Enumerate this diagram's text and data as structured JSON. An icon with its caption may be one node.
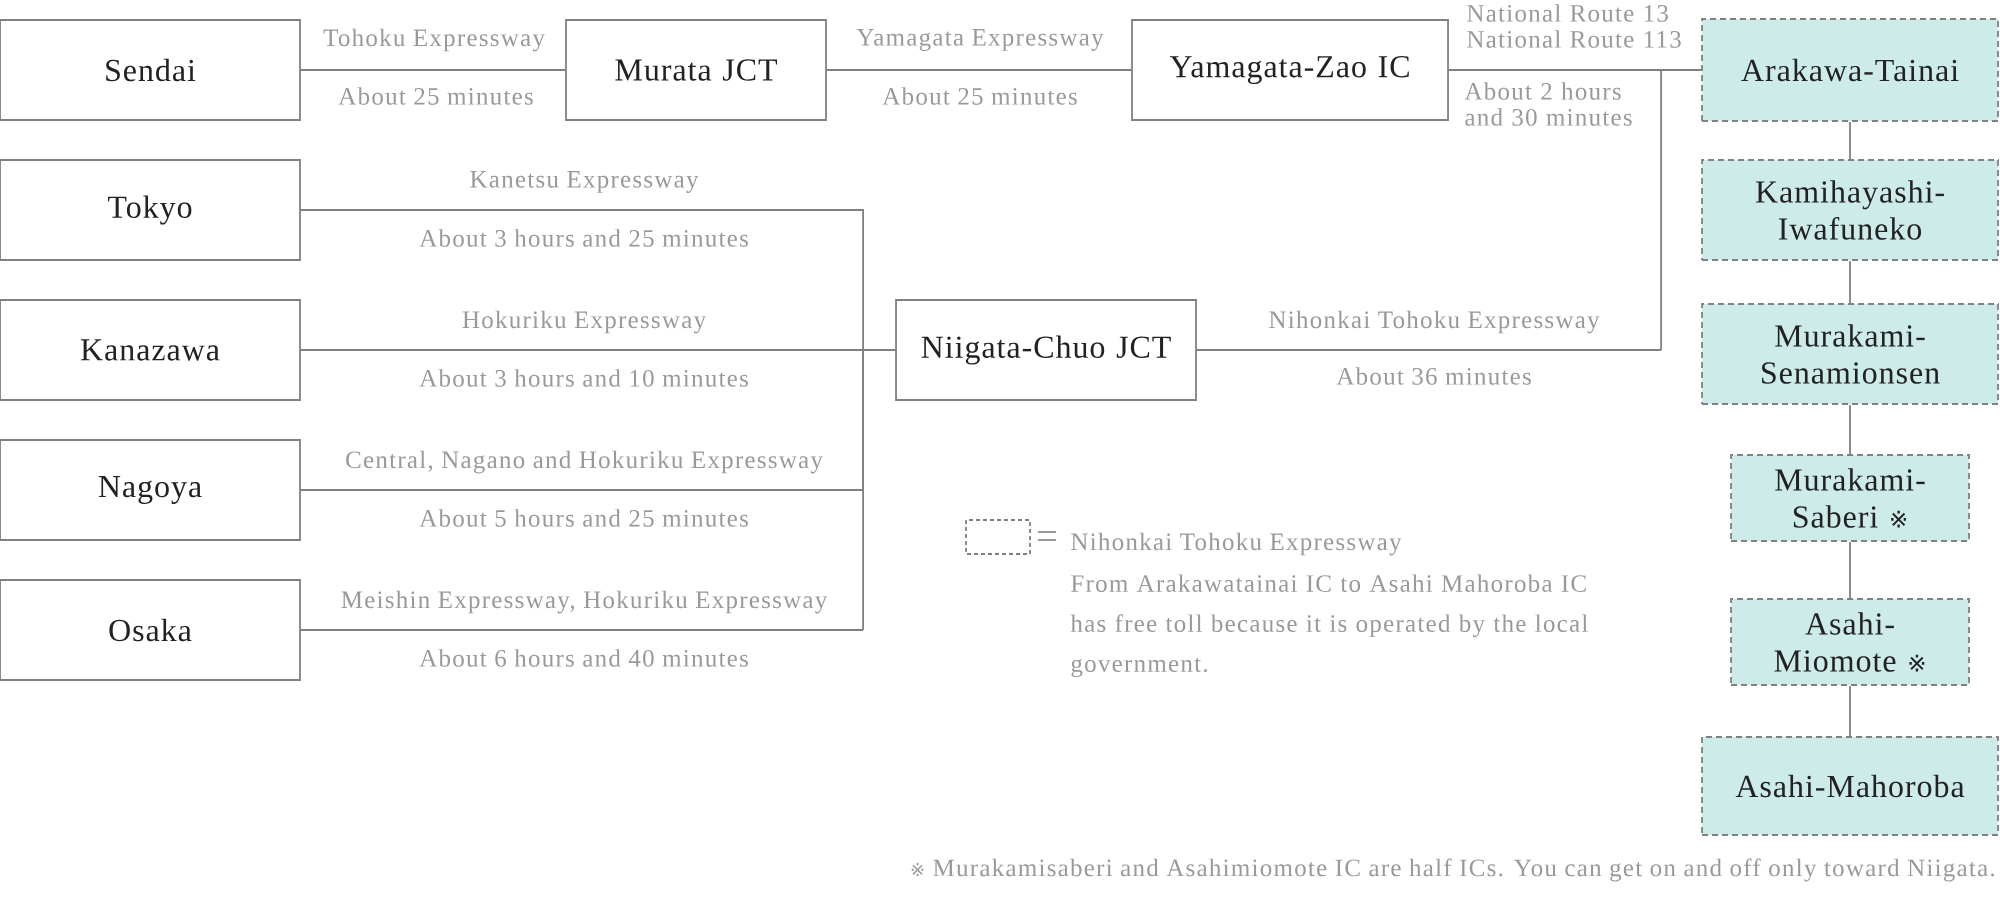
{
  "diagram": {
    "nodes": [
      {
        "text": [
          "Sendai"
        ]
      },
      {
        "text": [
          "Murata JCT"
        ]
      },
      {
        "text": [
          "Yamagata-Zao IC"
        ]
      },
      {
        "text": [
          "Arakawa-Tainai"
        ]
      },
      {
        "text": [
          "Kamihayashi- Iwafuneko"
        ]
      },
      {
        "text": [
          "Murakami- Senamionsen"
        ]
      },
      {
        "text": [
          "Murakami- Saberi ※"
        ]
      },
      {
        "text": [
          "Asahi- Miomote ※"
        ]
      },
      {
        "text": [
          "Asahi-Mahoroba"
        ]
      },
      {
        "text": [
          "Tokyo"
        ]
      },
      {
        "text": [
          "Kanazawa"
        ]
      },
      {
        "text": [
          "Nagoya"
        ]
      },
      {
        "text": [
          "Osaka"
        ]
      },
      {
        "text": [
          "Niigata-Chuo JCT"
        ]
      }
    ],
    "edges": [
      {
        "from": 0,
        "to": 1,
        "arrow": "none",
        "label": "Tohoku Expressway"
      },
      {
        "from": 1,
        "to": 2,
        "arrow": "none",
        "label": "Yamagata Expressway"
      },
      {
        "from": 2,
        "to": 3,
        "arrow": "none",
        "label": "National Route 13 National Route 113"
      },
      {
        "from": 9,
        "to": 13,
        "arrow": "none",
        "label": "Kanetsu Expressway"
      },
      {
        "from": 10,
        "to": 13,
        "arrow": "none",
        "label": "Hokuriku Expressway"
      },
      {
        "from": 11,
        "to": 13,
        "arrow": "none",
        "label": "Central, Nagano and Hokuriku Expressway"
      },
      {
        "from": 12,
        "to": 13,
        "arrow": "none",
        "label": "Meishin Expressway, Hokuriku Expressway"
      },
      {
        "from": 13,
        "to": 3,
        "arrow": "none",
        "label": "Nihonkai Tohoku Expressway"
      },
      {
        "from": 3,
        "to": 4,
        "arrow": "none"
      },
      {
        "from": 4,
        "to": 5,
        "arrow": "none"
      },
      {
        "from": 5,
        "to": 6,
        "arrow": "none"
      },
      {
        "from": 6,
        "to": 7,
        "arrow": "none"
      },
      {
        "from": 7,
        "to": 8,
        "arrow": "none"
      }
    ],
    "labels": [
      "About 25 minutes",
      "About 25 minutes",
      "About 2 hours and 30 minutes",
      "About 3 hours and 25 minutes",
      "About 3 hours and 10 minutes",
      "About 36 minutes",
      "About 5 hours and 25 minutes",
      "About 6 hours and 40 minutes",
      "From Arakawatainai IC to Asahi Mahoroba IC has free toll because it is operated by the local government.",
      "※ Murakamisaberi and Asahimiomote IC are half ICs. You can get on and off only toward Niigata."
    ],
    "legend": [
      {
        "text": "Nihonkai Tohoku Expressway"
      }
    ]
  }
}
